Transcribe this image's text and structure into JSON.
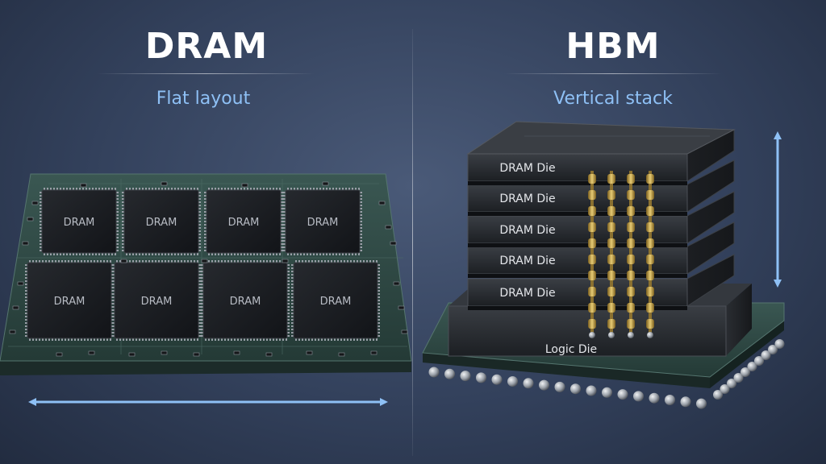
{
  "left": {
    "title": "DRAM",
    "subtitle": "Flat layout",
    "chip_label": "DRAM"
  },
  "right": {
    "title": "HBM",
    "subtitle": "Vertical stack",
    "die_label": "DRAM Die",
    "logic_label": "Logic Die"
  },
  "colors": {
    "pcb": "#2f4a44",
    "chip": "#17191d",
    "arrow": "#8ec0f5",
    "tsv_gold": "#c9a84a",
    "title": "#ffffff",
    "subtitle": "#8ec0f5"
  }
}
